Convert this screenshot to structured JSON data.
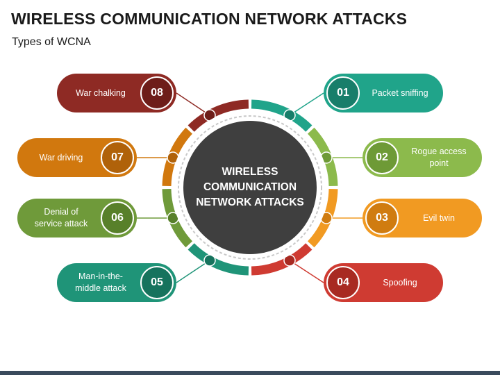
{
  "title": "WIRELESS COMMUNICATION NETWORK ATTACKS",
  "subtitle": "Types of WCNA",
  "center": {
    "line1": "WIRELESS",
    "line2": "COMMUNICATION",
    "line3": "NETWORK ATTACKS"
  },
  "items": [
    {
      "num": "01",
      "label": "Packet sniffing",
      "color": "#20a48a",
      "dark": "#187e6a"
    },
    {
      "num": "02",
      "label": "Rogue access point",
      "color": "#8cba4c",
      "dark": "#6e9a36"
    },
    {
      "num": "03",
      "label": "Evil twin",
      "color": "#f19a22",
      "dark": "#d07c10"
    },
    {
      "num": "04",
      "label": "Spoofing",
      "color": "#cf3b32",
      "dark": "#a82a22"
    },
    {
      "num": "05",
      "label": "Man-in-the-middle attack",
      "color": "#1f9478",
      "dark": "#16735d"
    },
    {
      "num": "06",
      "label": "Denial of service attack",
      "color": "#6f9a3a",
      "dark": "#58802a"
    },
    {
      "num": "07",
      "label": "War driving",
      "color": "#d1780e",
      "dark": "#b0620a"
    },
    {
      "num": "08",
      "label": "War chalking",
      "color": "#8e2a24",
      "dark": "#6e1d19"
    }
  ],
  "colors": {
    "center_circle": "#3f3f3f",
    "dashed_ring": "#c8c8c8"
  }
}
